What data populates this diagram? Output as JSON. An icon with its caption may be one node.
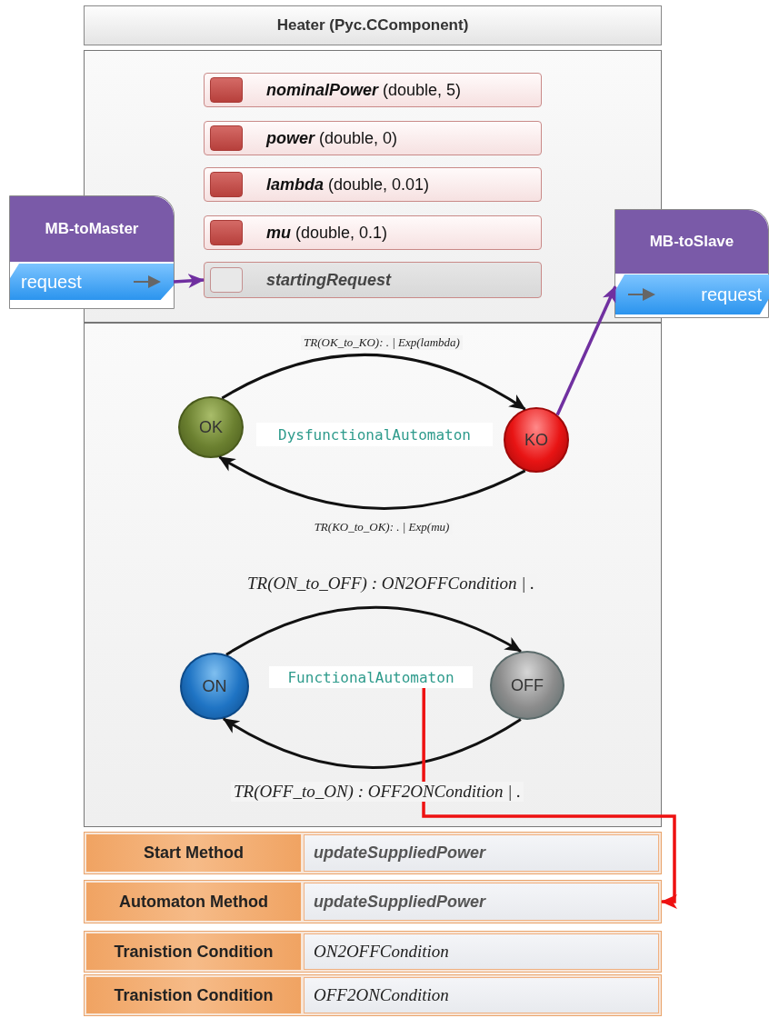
{
  "diagram": {
    "nodes": [
      {
        "text": [
          "Heater (Pyc.CComponent)"
        ]
      },
      {
        "text": [],
        "shape": "box"
      },
      {
        "text": [
          "**nominalPower** (double, 5)"
        ],
        "in": 1
      },
      {
        "text": [
          "**power** (double, 0)"
        ],
        "in": 1
      },
      {
        "text": [
          "**lambda** (double, 0.01)"
        ],
        "in": 1
      },
      {
        "text": [
          "**mu** (double, 0.1)"
        ],
        "in": 1
      },
      {
        "text": [
          "startingRequest"
        ],
        "in": 1
      },
      {
        "text": [
          "MB-toMaster"
        ]
      },
      {
        "text": [
          "request"
        ],
        "in": 7
      },
      {
        "text": [
          "MB-toSlave"
        ]
      },
      {
        "text": [
          "request"
        ],
        "in": 9
      },
      {
        "text": [],
        "shape": "box"
      },
      {
        "text": [
          "OK"
        ],
        "in": 11
      },
      {
        "text": [
          "DysfunctionalAutomaton"
        ],
        "in": 11
      },
      {
        "text": [
          "KO"
        ],
        "in": 11
      },
      {
        "text": [
          "ON"
        ],
        "in": 11
      },
      {
        "text": [
          "FunctionalAutomaton"
        ],
        "in": 11
      },
      {
        "text": [
          "OFF"
        ],
        "in": 11
      },
      {
        "text": [
          "Start Method",
          "updateSuppliedPower"
        ]
      },
      {
        "text": [
          "Automaton Method",
          "updateSuppliedPower"
        ]
      },
      {
        "text": [
          "Tranistion Condition",
          "ON2OFFCondition"
        ]
      },
      {
        "text": [
          "Tranistion Condition",
          "OFF2ONCondition"
        ]
      }
    ],
    "edges": [
      {
        "from": 8,
        "to": 6,
        "arrow": "to",
        "color": "#7030a0"
      },
      {
        "from": 14,
        "to": 10,
        "arrow": "to",
        "color": "#7030a0"
      },
      {
        "from": 12,
        "to": 14,
        "arrow": "to",
        "label": "TR(OK_to_KO): . | Exp(lambda)"
      },
      {
        "from": 14,
        "to": 12,
        "arrow": "to",
        "label": "TR(KO_to_OK): . | Exp(mu)"
      },
      {
        "from": 15,
        "to": 17,
        "arrow": "to",
        "label": "TR(ON_to_OFF) : ON2OFFCondition | ."
      },
      {
        "from": 17,
        "to": 15,
        "arrow": "to",
        "label": "TR(OFF_to_ON) : OFF2ONCondition | ."
      },
      {
        "from": 16,
        "to": 19,
        "arrow": "to",
        "color": "#ee1111"
      }
    ]
  }
}
